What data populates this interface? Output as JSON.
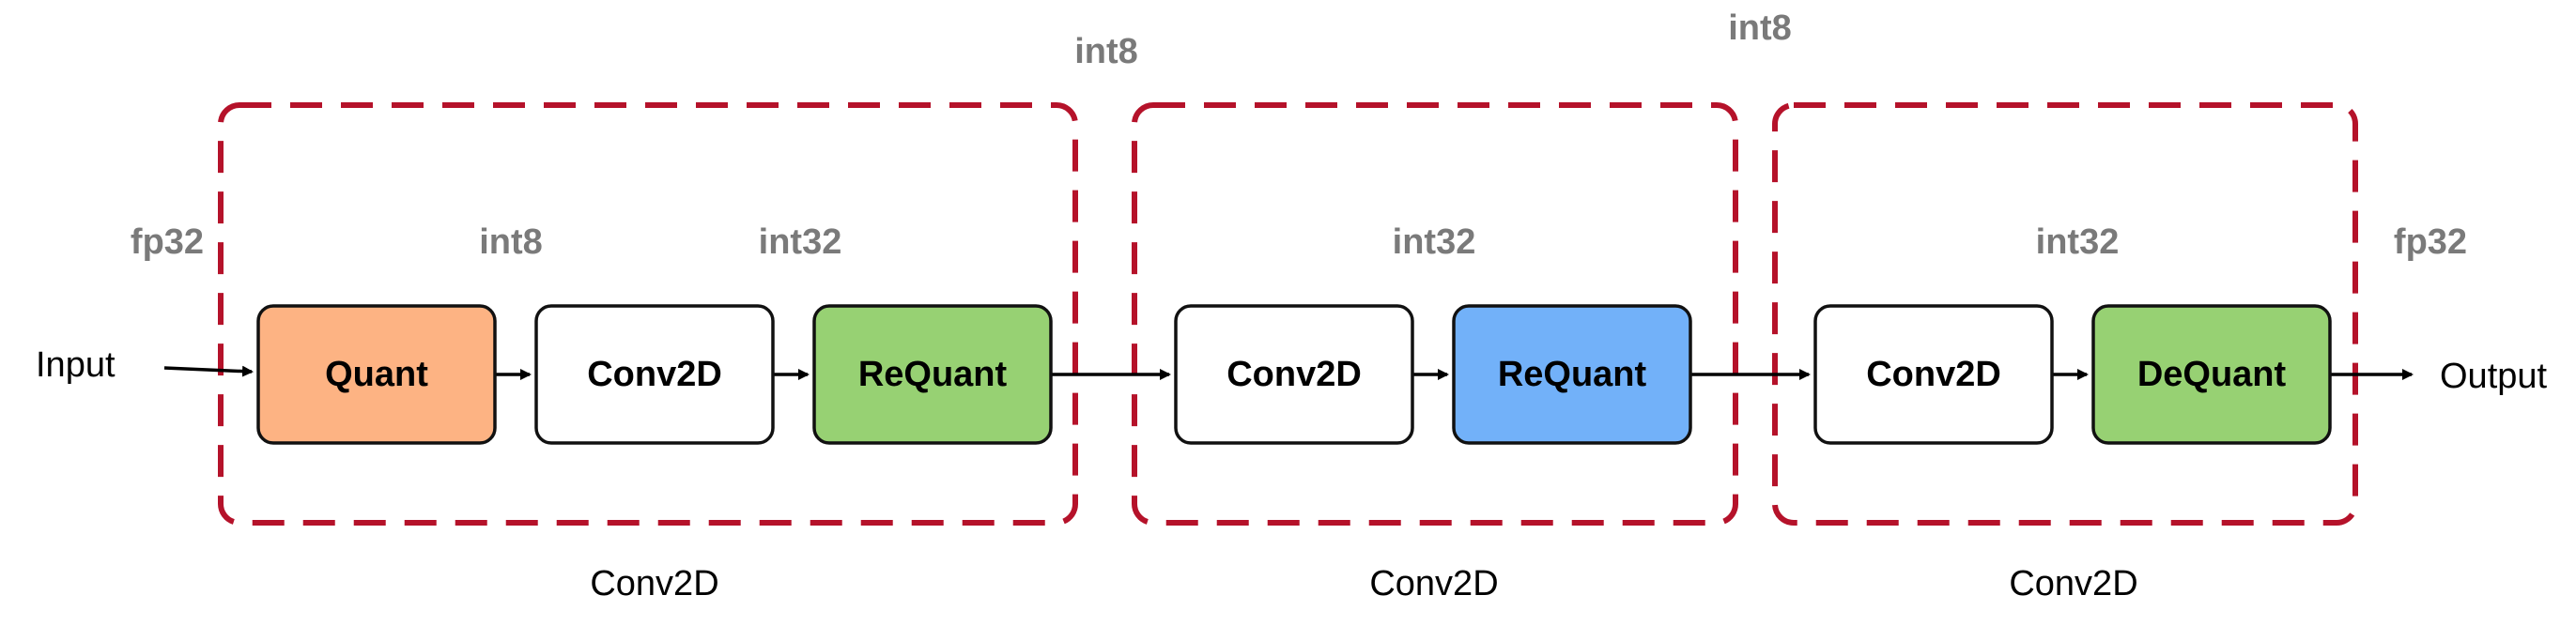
{
  "colors": {
    "quant": "#fdb383",
    "conv": "#ffffff",
    "requant_green": "#97d173",
    "requant_blue": "#72b1f9",
    "dequant": "#97d173",
    "group_border": "#b5122a",
    "dtype_text": "#7a7a7a"
  },
  "io": {
    "input": "Input",
    "output": "Output"
  },
  "groups": [
    {
      "caption": "Conv2D",
      "top_dtype": "int8"
    },
    {
      "caption": "Conv2D",
      "top_dtype": "int8"
    },
    {
      "caption": "Conv2D"
    }
  ],
  "blocks": [
    {
      "label": "Quant",
      "color_key": "quant"
    },
    {
      "label": "Conv2D",
      "color_key": "conv"
    },
    {
      "label": "ReQuant",
      "color_key": "requant_green"
    },
    {
      "label": "Conv2D",
      "color_key": "conv"
    },
    {
      "label": "ReQuant",
      "color_key": "requant_blue"
    },
    {
      "label": "Conv2D",
      "color_key": "conv"
    },
    {
      "label": "DeQuant",
      "color_key": "dequant"
    }
  ],
  "dtypes": {
    "input_dtype": "fp32",
    "after_quant": "int8",
    "after_conv_1": "int32",
    "after_conv_2": "int32",
    "after_conv_3": "int32",
    "output_dtype": "fp32"
  }
}
